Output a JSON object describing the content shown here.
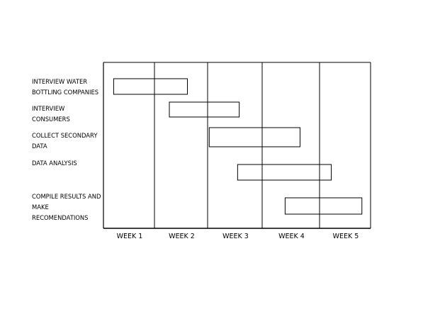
{
  "chart": {
    "type": "gantt",
    "colors": {
      "line": "#000000",
      "background": "#ffffff"
    },
    "weeks": [
      "WEEK 1",
      "WEEK 2",
      "WEEK 3",
      "WEEK 4",
      "WEEK 5"
    ],
    "tasks": [
      {
        "label": "INTERVIEW WATER\nBOTTLING COMPANIES",
        "start_week": 0.2,
        "end_week": 1.62
      },
      {
        "label": "INTERVIEW\nCONSUMERS",
        "start_week": 1.28,
        "end_week": 2.58
      },
      {
        "label": "COLLECT SECONDARY\nDATA",
        "start_week": 2.03,
        "end_week": 3.66
      },
      {
        "label": "DATA ANALYSIS",
        "start_week": 2.55,
        "end_week": 4.23
      },
      {
        "label": "COMPILE RESULTS AND\nMAKE\nRECOMENDATIONS",
        "start_week": 3.4,
        "end_week": 4.83
      }
    ]
  }
}
